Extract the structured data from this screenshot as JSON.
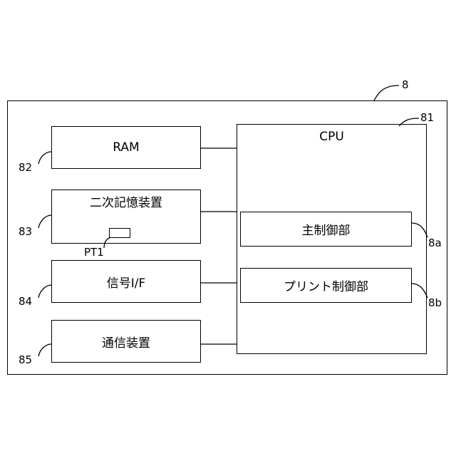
{
  "ref": {
    "device": "8",
    "cpu": "81",
    "ram": "82",
    "storage": "83",
    "signal_if": "84",
    "comm": "85",
    "main_ctrl": "8a",
    "print_ctrl": "8b",
    "pt1": "PT1"
  },
  "blocks": {
    "ram": "RAM",
    "storage": "二次記憶装置",
    "signal_if": "信号I/F",
    "comm": "通信装置",
    "cpu": "CPU",
    "main_ctrl": "主制御部",
    "print_ctrl": "プリント制御部"
  }
}
